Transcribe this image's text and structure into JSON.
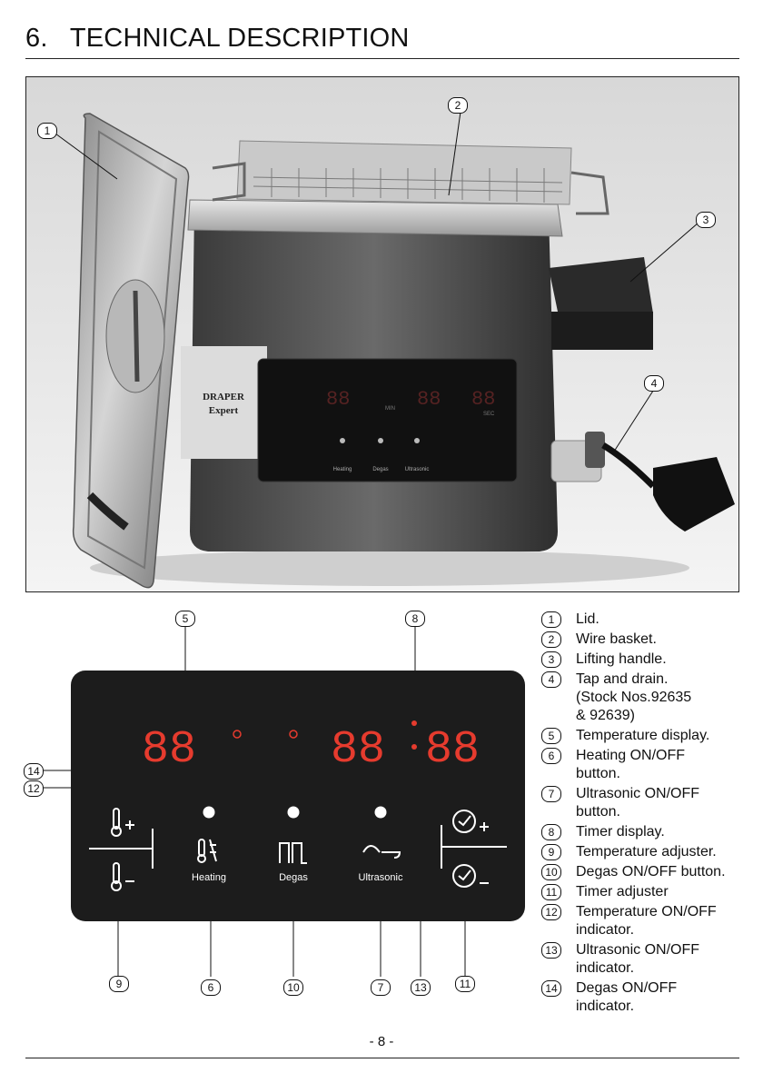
{
  "section": {
    "number": "6.",
    "title": "TECHNICAL DESCRIPTION"
  },
  "photo_labels": {
    "brand_top": "DRAPER",
    "brand_bottom": "Expert",
    "panel_mini": {
      "heating": "Heating",
      "degas": "Degas",
      "ultrasonic": "Ultrasonic",
      "sec": "SEC",
      "min": "MIN"
    }
  },
  "control_panel": {
    "heating_label": "Heating",
    "degas_label": "Degas",
    "ultrasonic_label": "Ultrasonic",
    "temp_display": "88",
    "timer_display_left": "88",
    "timer_display_right": "88"
  },
  "callout_numbers": [
    "1",
    "2",
    "3",
    "4",
    "5",
    "8",
    "14",
    "12",
    "9",
    "6",
    "10",
    "7",
    "13",
    "11"
  ],
  "legend": [
    {
      "num": "1",
      "text": "Lid."
    },
    {
      "num": "2",
      "text": "Wire basket."
    },
    {
      "num": "3",
      "text": "Lifting handle."
    },
    {
      "num": "4",
      "text": "Tap and drain.\n(Stock Nos.92635\n& 92639)"
    },
    {
      "num": "5",
      "text": "Temperature display."
    },
    {
      "num": "6",
      "text": "Heating ON/OFF\nbutton."
    },
    {
      "num": "7",
      "text": "Ultrasonic ON/OFF\nbutton."
    },
    {
      "num": "8",
      "text": "Timer display."
    },
    {
      "num": "9",
      "text": "Temperature adjuster."
    },
    {
      "num": "10",
      "text": "Degas ON/OFF button."
    },
    {
      "num": "11",
      "text": "Timer adjuster"
    },
    {
      "num": "12",
      "text": "Temperature ON/OFF\nindicator."
    },
    {
      "num": "13",
      "text": "Ultrasonic ON/OFF\nindicator."
    },
    {
      "num": "14",
      "text": "Degas ON/OFF\nindicator."
    }
  ],
  "page_number": "- 8 -"
}
